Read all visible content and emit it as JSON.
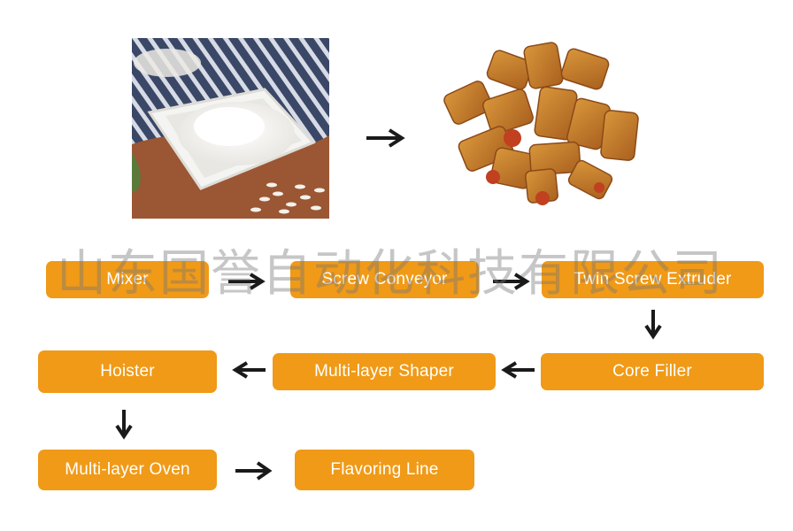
{
  "images": {
    "raw_material": "rice-flour-in-square-bowl",
    "product": "filled-pillow-snacks"
  },
  "steps": {
    "mixer": "Mixer",
    "screw_conveyor": "Screw Conveyor",
    "twin_screw_extruder": "Twin Screw Extruder",
    "core_filler": "Core Filler",
    "multi_layer_shaper": "Multi-layer Shaper",
    "hoister": "Hoister",
    "multi_layer_oven": "Multi-layer Oven",
    "flavoring_line": "Flavoring Line"
  },
  "watermark": "山东国誉自动化科技有限公司",
  "colors": {
    "box_fill": "#f09a17",
    "box_text": "#ffffff",
    "arrow": "#1a1a1a"
  }
}
